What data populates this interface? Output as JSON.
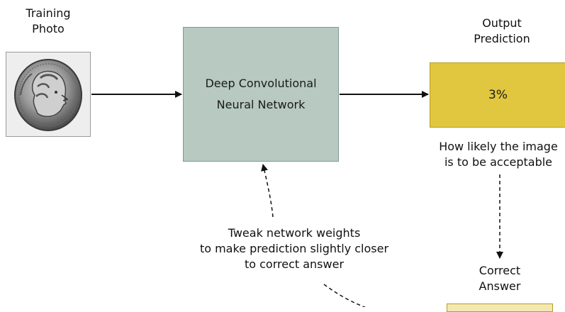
{
  "labels": {
    "training_photo": "Training\nPhoto",
    "output_prediction": "Output\nPrediction",
    "network": "Deep Convolutional\nNeural Network",
    "prediction_value": "3%",
    "likelihood_caption": "How likely the image\nis to be acceptable",
    "tweak_caption": "Tweak network weights\nto make prediction slightly closer\nto correct answer",
    "correct_answer": "Correct\nAnswer"
  },
  "colors": {
    "network_box": "#b7c9c1",
    "prediction_box": "#e1c63f",
    "answer_box": "#f4e8b2",
    "photo_box": "#eeeeee"
  },
  "icons": {
    "photo": "coin-photo"
  }
}
